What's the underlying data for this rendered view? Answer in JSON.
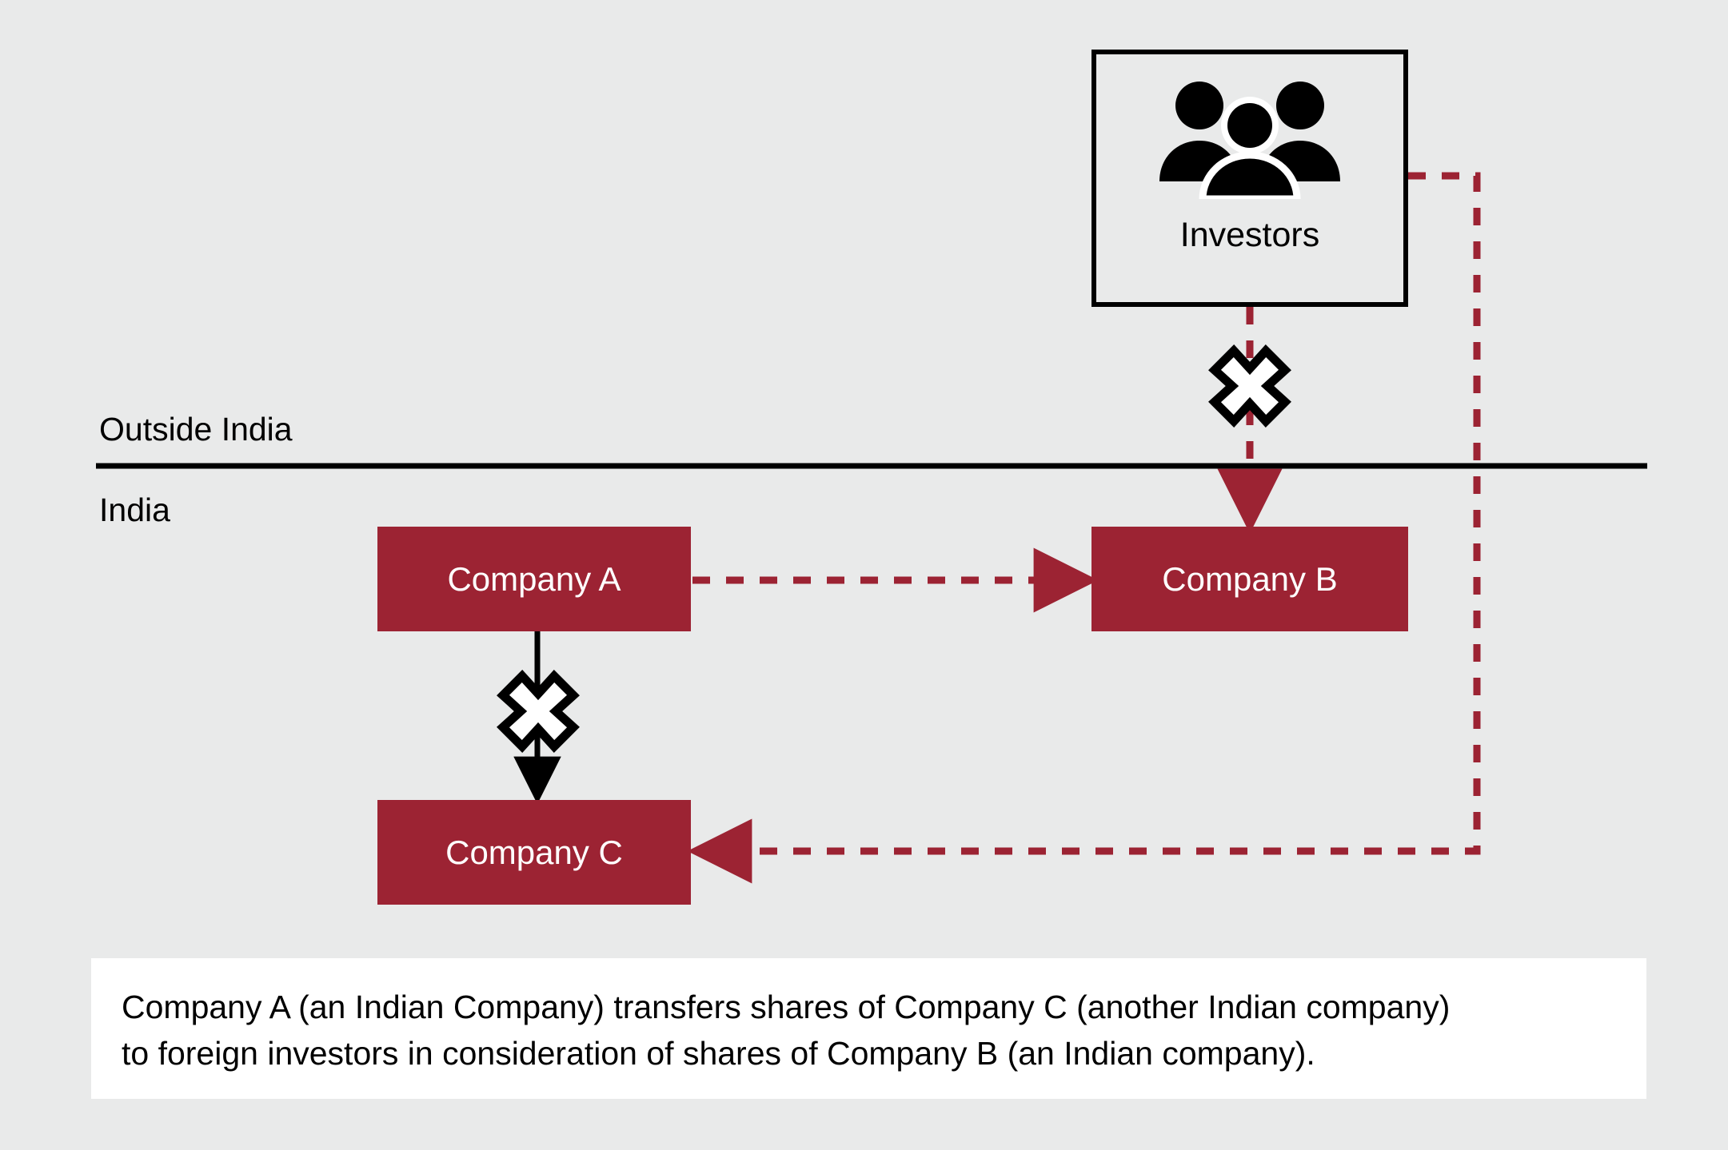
{
  "diagram": {
    "title_context": "Share transfer structure diagram",
    "background_color": "#e9eaea",
    "accent_color": "#9c2333",
    "line_color": "#000000",
    "jurisdictions": {
      "outside_label": "Outside India",
      "inside_label": "India"
    },
    "entities": [
      {
        "id": "investors",
        "label": "Investors",
        "icon": "people-group-icon",
        "region": "Outside India",
        "style": "outlined-box"
      },
      {
        "id": "company-a",
        "label": "Company A",
        "region": "India",
        "style": "filled-box",
        "fill": "#9c2333",
        "text_color": "#ffffff"
      },
      {
        "id": "company-b",
        "label": "Company B",
        "region": "India",
        "style": "filled-box",
        "fill": "#9c2333",
        "text_color": "#ffffff"
      },
      {
        "id": "company-c",
        "label": "Company C",
        "region": "India",
        "style": "filled-box",
        "fill": "#9c2333",
        "text_color": "#ffffff"
      }
    ],
    "connectors": [
      {
        "id": "investors-to-company-b",
        "from": "investors",
        "to": "company-b",
        "style": "dashed",
        "color": "#9c2333",
        "blocked": true,
        "blocker_icon": "cross-block-icon"
      },
      {
        "id": "company-a-to-company-b",
        "from": "company-a",
        "to": "company-b",
        "style": "dashed",
        "color": "#9c2333",
        "blocked": false
      },
      {
        "id": "company-a-to-company-c",
        "from": "company-a",
        "to": "company-c",
        "style": "solid",
        "color": "#000000",
        "blocked": true,
        "blocker_icon": "cross-block-icon"
      },
      {
        "id": "investors-to-company-c",
        "from": "investors",
        "to": "company-c",
        "style": "dashed",
        "color": "#9c2333",
        "blocked": false,
        "routing": "right-down-left"
      }
    ]
  },
  "caption": {
    "line1": "Company A (an Indian Company) transfers shares of Company C (another Indian company)",
    "line2": "to foreign investors in consideration of shares of Company B (an Indian company)."
  }
}
